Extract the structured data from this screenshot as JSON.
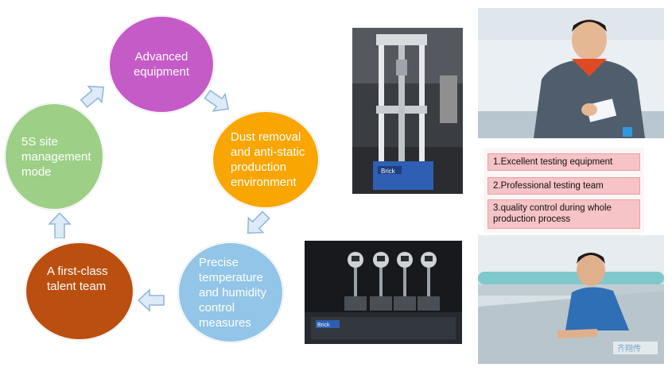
{
  "cycle": {
    "advanced_equipment": "Advanced\nequipment",
    "dust_removal": "Dust removal\nand anti-static\nproduction\nenvironment",
    "precise_control": "Precise\ntemperature\nand humidity\ncontrol\nmeasures",
    "talent_team": "A first-class\ntalent team",
    "site_management": "5S site\nmanagement\nmode"
  },
  "colors": {
    "advanced_equipment": "#c55bc6",
    "dust_removal": "#f9a603",
    "precise_control": "#92c5e7",
    "talent_team": "#bb4f10",
    "site_management": "#9dcf86",
    "arrow_fill": "#dcebf7",
    "arrow_stroke": "#8fb4d9",
    "label_fill": "#f6c3c6"
  },
  "labels": [
    "1.Excellent testing equipment",
    "2.Professional testing team",
    "3.quality control during whole production process"
  ],
  "photos": {
    "machine_brand": "Brick",
    "gauges_brand": "Brick",
    "watermark": "齐翔传"
  }
}
